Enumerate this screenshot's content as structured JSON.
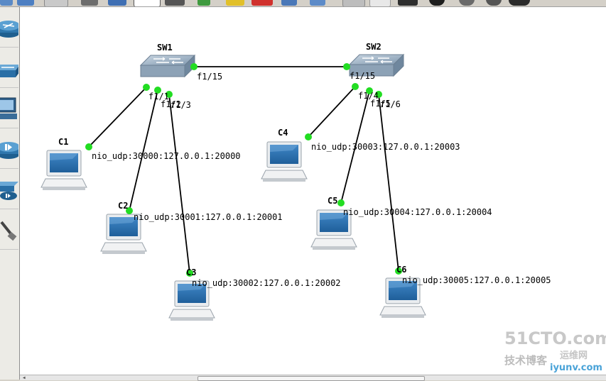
{
  "toolbar": {
    "buttons": [
      {
        "name": "new-project-button",
        "icon": "document-icon"
      },
      {
        "name": "open-project-button",
        "icon": "folder-icon"
      },
      {
        "name": "snapshot-button",
        "icon": "camera-icon"
      },
      {
        "name": "undo-button",
        "icon": "undo-icon"
      },
      {
        "name": "redo-button",
        "icon": "redo-icon"
      },
      {
        "name": "show-interface-labels-button",
        "icon": "label-icon"
      },
      {
        "name": "console-button",
        "icon": "terminal-icon"
      },
      {
        "name": "start-button",
        "icon": "play-icon"
      },
      {
        "name": "suspend-button",
        "icon": "pause-icon"
      },
      {
        "name": "stop-button",
        "icon": "stop-icon"
      },
      {
        "name": "reload-button",
        "icon": "reload-icon"
      },
      {
        "name": "add-note-button",
        "icon": "note-icon"
      },
      {
        "name": "insert-picture-button",
        "icon": "picture-icon"
      },
      {
        "name": "draw-rectangle-button",
        "icon": "rectangle-icon"
      },
      {
        "name": "draw-ellipse-button",
        "icon": "ellipse-icon"
      },
      {
        "name": "zoom-in-button",
        "icon": "zoom-in-icon"
      },
      {
        "name": "zoom-out-button",
        "icon": "zoom-out-icon"
      },
      {
        "name": "preferences-button",
        "icon": "gear-icon"
      }
    ]
  },
  "dock": {
    "items": [
      {
        "name": "router-device",
        "icon": "router-icon"
      },
      {
        "name": "switch-device",
        "icon": "switch-icon"
      },
      {
        "name": "host-device",
        "icon": "computer-icon"
      },
      {
        "name": "firewall-device",
        "icon": "firewall-icon"
      },
      {
        "name": "atm-switch-device",
        "icon": "atm-switch-icon"
      },
      {
        "name": "cloud-device",
        "icon": "cable-icon"
      }
    ]
  },
  "topology": {
    "switches": [
      {
        "id": "sw1",
        "label": "SW1"
      },
      {
        "id": "sw2",
        "label": "SW2"
      }
    ],
    "hosts": [
      {
        "id": "c1",
        "label": "C1",
        "nio": "nio_udp:30000:127.0.0.1:20000"
      },
      {
        "id": "c2",
        "label": "C2",
        "nio": "nio_udp:30001:127.0.0.1:20001"
      },
      {
        "id": "c3",
        "label": "C3",
        "nio": "nio_udp:30002:127.0.0.1:20002"
      },
      {
        "id": "c4",
        "label": "C4",
        "nio": "nio_udp:30003:127.0.0.1:20003"
      },
      {
        "id": "c5",
        "label": "C5",
        "nio": "nio_udp:30004:127.0.0.1:20004"
      },
      {
        "id": "c6",
        "label": "C6",
        "nio": "nio_udp:30005:127.0.0.1:20005"
      }
    ],
    "links": [
      {
        "id": "sw1-sw2",
        "a_label": "f1/15",
        "b_label": "f1/15"
      },
      {
        "id": "sw1-c1",
        "a_label": "f1/1"
      },
      {
        "id": "sw1-c2",
        "a_label": "f1/2"
      },
      {
        "id": "sw1-c3",
        "a_label": "f1/3"
      },
      {
        "id": "sw2-c4",
        "a_label": "f1/4"
      },
      {
        "id": "sw2-c5",
        "a_label": "f1/5"
      },
      {
        "id": "sw2-c6",
        "a_label": "f1/6"
      }
    ],
    "link_status_color": "#22dd22",
    "link_color": "#000000"
  },
  "watermark": {
    "line1": "51CTO.com",
    "line2": "技术博客",
    "line3": "运维网",
    "line4": "iyunv.com"
  }
}
